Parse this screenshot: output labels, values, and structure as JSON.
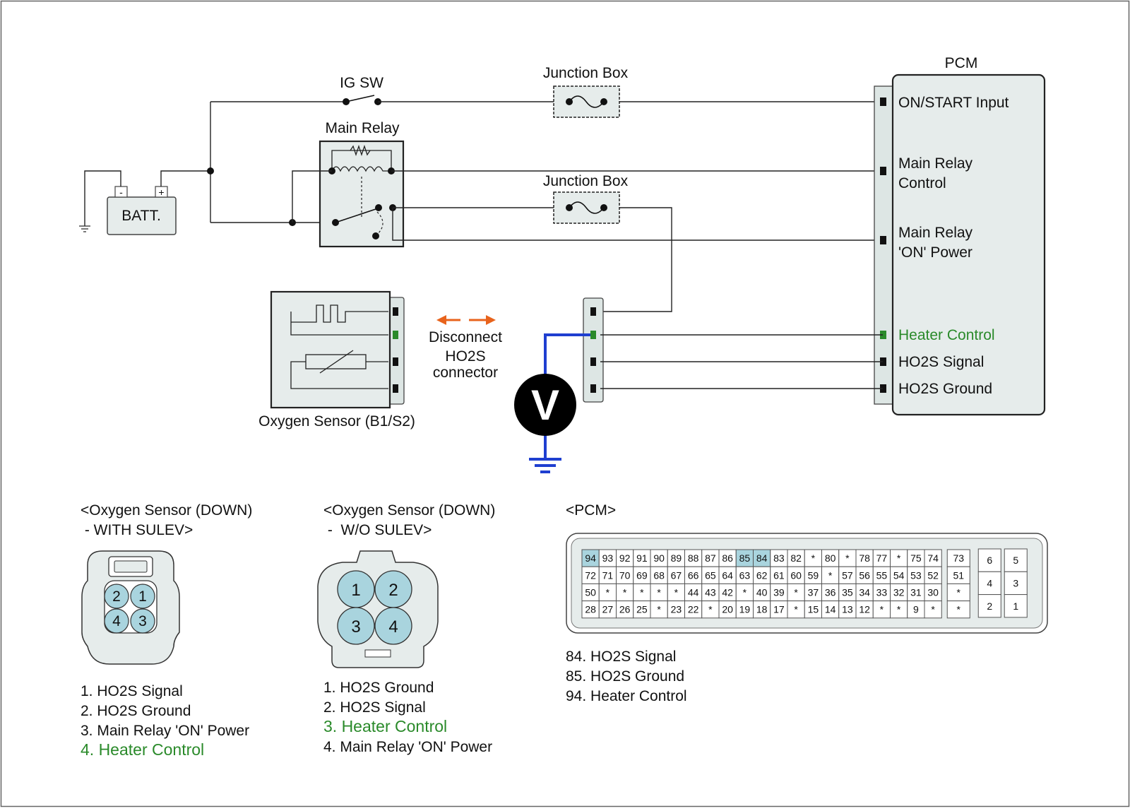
{
  "colors": {
    "wire": "#222222",
    "highlight_wire": "#1f3fd0",
    "heater_green": "#2a8a2a",
    "arrow_orange": "#e8631c",
    "pin_highlight": "#a9d4de",
    "component_fill": "#e6eceb",
    "connector_fill": "#dde6e4"
  },
  "top": {
    "ig_sw": "IG SW",
    "junction_box_1": "Junction Box",
    "junction_box_2": "Junction Box",
    "main_relay": "Main Relay",
    "battery": "BATT.",
    "battery_neg": "-",
    "battery_pos": "+",
    "pcm": "PCM",
    "pcm_pins": {
      "on_start": "ON/START Input",
      "main_relay_control_1": "Main Relay",
      "main_relay_control_2": "Control",
      "main_relay_on_1": "Main Relay",
      "main_relay_on_2": "'ON' Power",
      "heater_control": "Heater Control",
      "ho2s_signal": "HO2S  Signal",
      "ho2s_ground": "HO2S  Ground"
    },
    "disconnect_1": "Disconnect",
    "disconnect_2": "HO2S",
    "disconnect_3": "connector",
    "oxygen_sensor": "Oxygen Sensor (B1/S2)",
    "voltmeter": "V"
  },
  "sulev": {
    "title_1": "<Oxygen Sensor (DOWN)",
    "title_2": " - WITH SULEV>",
    "pins": [
      "2",
      "1",
      "4",
      "3"
    ],
    "legend": [
      {
        "text": "1. HO2S  Signal",
        "highlight": false
      },
      {
        "text": "2. HO2S  Ground",
        "highlight": false
      },
      {
        "text": "3. Main Relay  'ON' Power",
        "highlight": false
      },
      {
        "text": "4. Heater Control",
        "highlight": true
      }
    ]
  },
  "wo_sulev": {
    "title_1": "<Oxygen Sensor (DOWN)",
    "title_2": " -  W/O SULEV>",
    "pins": [
      "1",
      "2",
      "3",
      "4"
    ],
    "legend": [
      {
        "text": "1. HO2S  Ground",
        "highlight": false
      },
      {
        "text": "2. HO2S  Signal",
        "highlight": false
      },
      {
        "text": "3. Heater Control",
        "highlight": true
      },
      {
        "text": "4. Main Relay  'ON' Power",
        "highlight": false
      }
    ]
  },
  "pcm_connector": {
    "title": "<PCM>",
    "rows": [
      [
        "94",
        "93",
        "92",
        "91",
        "90",
        "89",
        "88",
        "87",
        "86",
        "85",
        "84",
        "83",
        "82",
        "*",
        "80",
        "*",
        "78",
        "77",
        "*",
        "75",
        "74"
      ],
      [
        "72",
        "71",
        "70",
        "69",
        "68",
        "67",
        "66",
        "65",
        "64",
        "63",
        "62",
        "61",
        "60",
        "59",
        "*",
        "57",
        "56",
        "55",
        "54",
        "53",
        "52"
      ],
      [
        "50",
        "*",
        "*",
        "*",
        "*",
        "*",
        "44",
        "43",
        "42",
        "*",
        "40",
        "39",
        "*",
        "37",
        "36",
        "35",
        "34",
        "33",
        "32",
        "31",
        "30"
      ],
      [
        "28",
        "27",
        "26",
        "25",
        "*",
        "23",
        "22",
        "*",
        "20",
        "19",
        "18",
        "17",
        "*",
        "15",
        "14",
        "13",
        "12",
        "*",
        "*",
        "9",
        "*"
      ]
    ],
    "mid_column": [
      "73",
      "51",
      "*",
      "*"
    ],
    "block_a": [
      "6",
      "4",
      "2"
    ],
    "block_b": [
      "5",
      "3",
      "1"
    ],
    "highlighted": [
      "94",
      "85",
      "84"
    ],
    "legend": [
      "84. HO2S  Signal",
      "85. HO2S  Ground",
      "94. Heater Control"
    ]
  }
}
